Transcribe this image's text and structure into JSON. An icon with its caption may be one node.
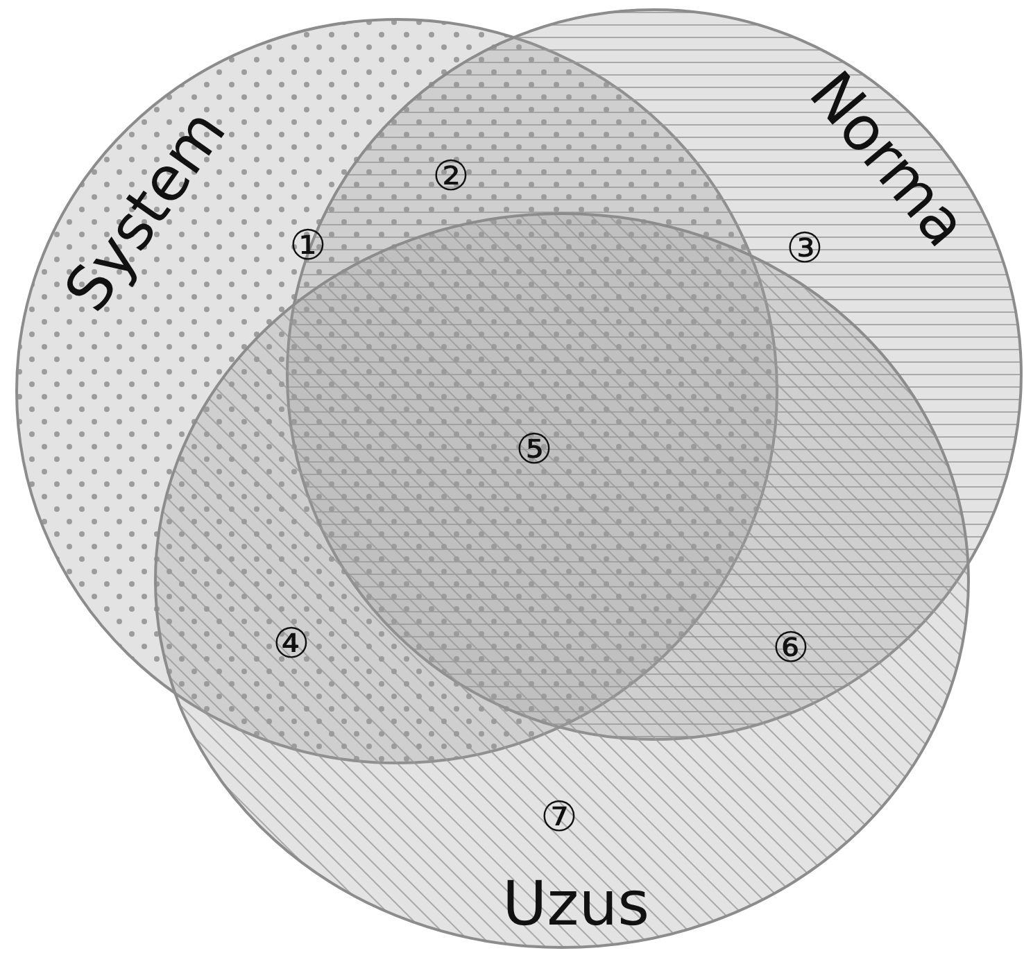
{
  "diagram": {
    "nodes": [
      {
        "text": [
          "System"
        ]
      },
      {
        "text": [
          "Norma"
        ]
      },
      {
        "text": [
          "Uzus"
        ]
      }
    ],
    "labels": [
      "②",
      "①",
      "③",
      "⑤",
      "④",
      "⑥",
      "⑦"
    ]
  }
}
